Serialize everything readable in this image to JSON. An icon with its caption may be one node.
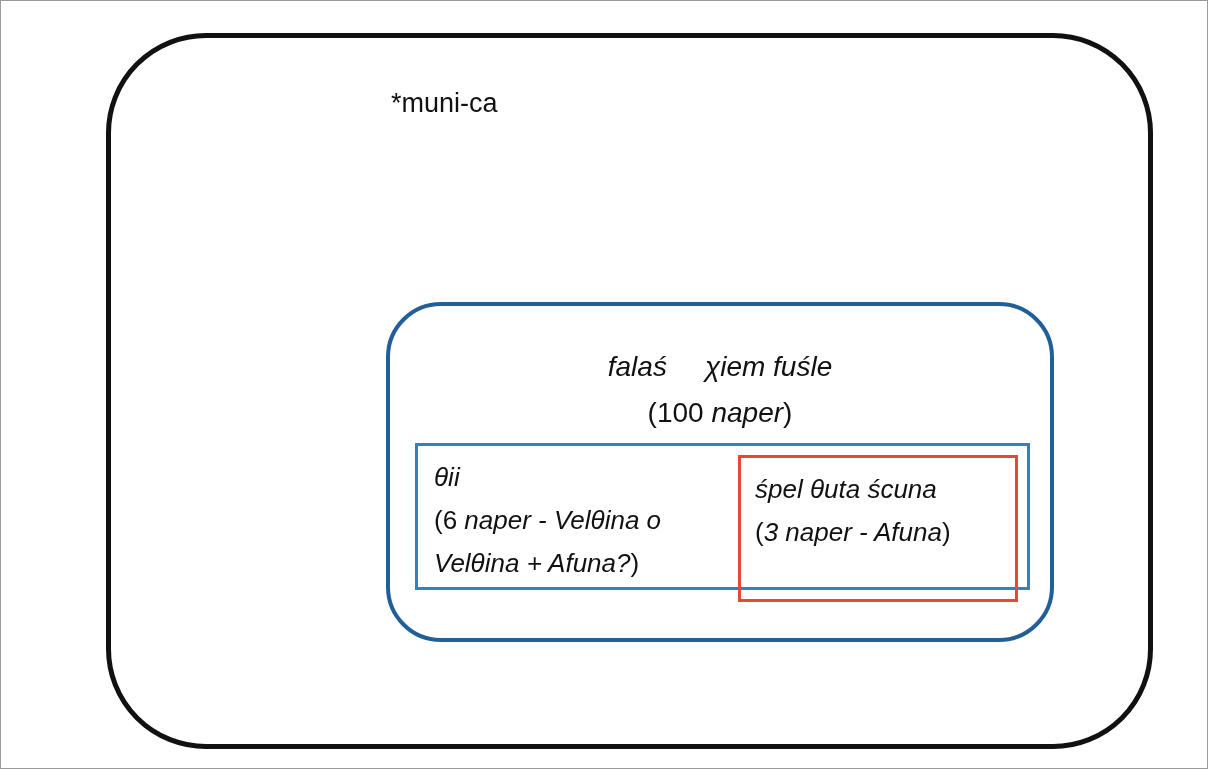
{
  "diagram": {
    "nodes": [
      {
        "text": [
          "*muni-ca"
        ]
      },
      {
        "text": [
          "falaś",
          "χiem fuśle",
          "(100 *naper*)"
        ],
        "in": 0
      },
      {
        "text": [
          "θii",
          "(6 *naper - Velθina o Velθina + Afuna?*)"
        ],
        "in": 1
      },
      {
        "text": [
          "śpel θuta ścuna",
          "(*3 naper - Afuna*)"
        ],
        "in": 1
      }
    ]
  }
}
